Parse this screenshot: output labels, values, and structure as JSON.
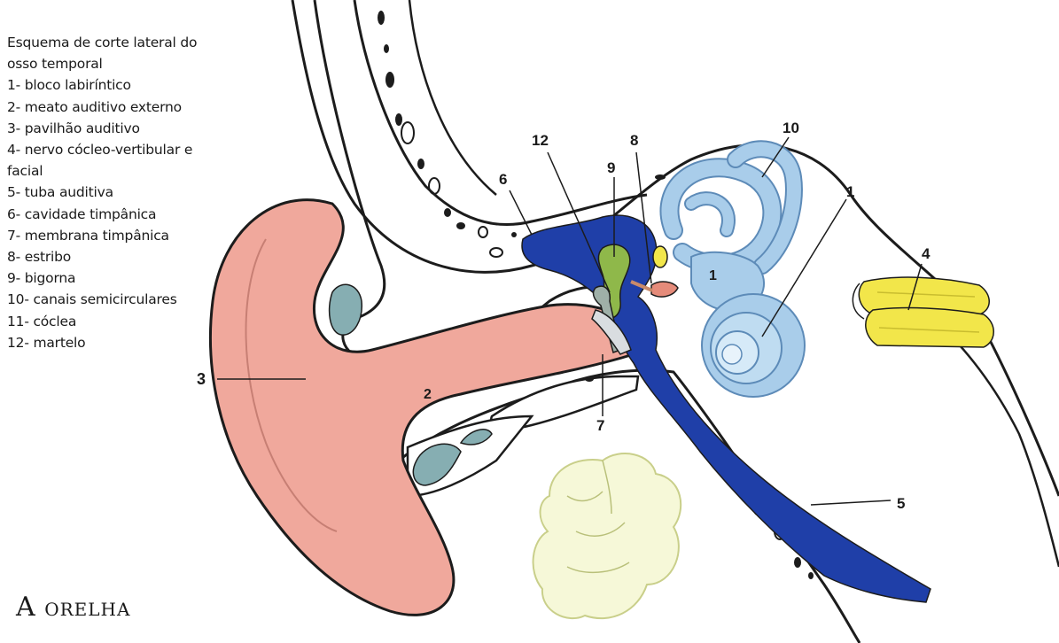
{
  "legend": {
    "heading_line1": "Esquema de corte lateral do",
    "heading_line2": "osso temporal",
    "items": [
      "1- bloco labiríntico",
      "2- meato auditivo externo",
      "3- pavilhão auditivo",
      "4- nervo cócleo-vertibular e",
      "facial",
      "5- tuba auditiva",
      "6- cavidade timpânica",
      "7- membrana timpânica",
      "8- estribo",
      "9- bigorna",
      "10- canais semicirculares",
      "11- cóclea",
      "12- martelo"
    ]
  },
  "title": {
    "first": "A",
    "rest": "ORELHA"
  },
  "callouts": {
    "n1": "1",
    "n1b": "1",
    "n2": "2",
    "n3": "3",
    "n4": "4",
    "n5": "5",
    "n6": "6",
    "n7": "7",
    "n8": "8",
    "n9": "9",
    "n10": "10",
    "n12": "12"
  },
  "colors": {
    "auricle": "#f0a89c",
    "tympanic_blue": "#1f3fa8",
    "labyrinth": "#a9cdea",
    "nerve": "#f2e64a",
    "incus_green": "#8fb84a",
    "cartilage_teal": "#86aeb2",
    "gland": "#f6f8d8",
    "outline": "#1c1c1c"
  }
}
